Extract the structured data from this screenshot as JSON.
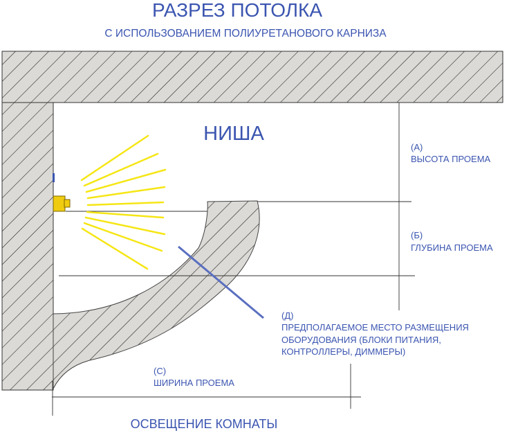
{
  "title": "РАЗРЕЗ ПОТОЛКА",
  "subtitle": "С ИСПОЛЬЗОВАНИЕМ ПОЛИУРЕТАНОВОГО КАРНИЗА",
  "niche_label": "НИША",
  "labels": {
    "a_letter": "(А)",
    "a_text": "ВЫСОТА ПРОЕМА",
    "b_letter": "(Б)",
    "b_text": "ГЛУБИНА ПРОЕМА",
    "c_letter": "(С)",
    "c_text": "ШИРИНА ПРОЕМА",
    "d_letter": "(Д)",
    "d_line1": "ПРЕДПОЛАГАЕМОЕ МЕСТО РАЗМЕЩЕНИЯ",
    "d_line2": "ОБОРУДОВАНИЯ (БЛОКИ ПИТАНИЯ,",
    "d_line3": "КОНТРОЛЛЕРЫ, ДИММЕРЫ)"
  },
  "bottom_label": "ОСВЕЩЕНИЕ КОМНАТЫ",
  "colors": {
    "text_blue": "#3b55b0",
    "hatch_fill": "#dcdad6",
    "hatch_line": "#1a1a1a",
    "light_rays": "#f5e614",
    "lamp_fill": "#f0cc10",
    "pointer_line": "#5a6fc0",
    "dimension_line": "#333333"
  }
}
